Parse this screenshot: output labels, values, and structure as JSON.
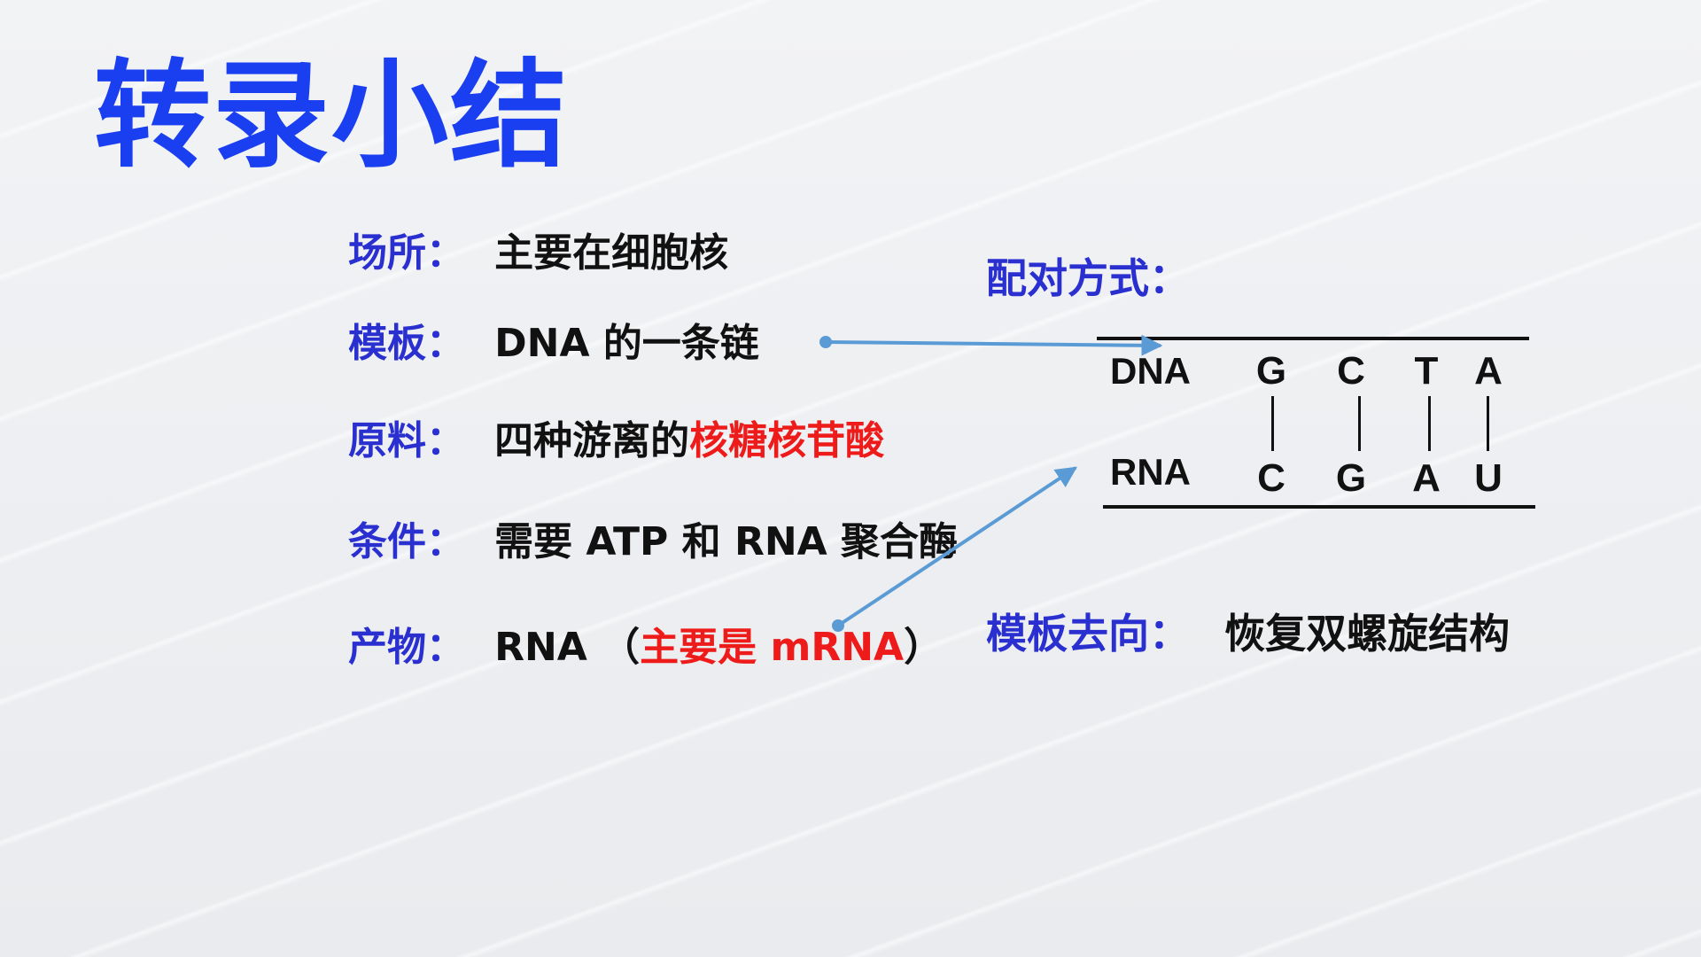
{
  "title": "转录小结",
  "rows": [
    {
      "label": "场所：",
      "value_parts": [
        {
          "text": "主要在细胞核",
          "color": "#111111"
        }
      ]
    },
    {
      "label": "模板：",
      "value_parts": [
        {
          "text": "DNA 的一条链",
          "color": "#111111"
        }
      ]
    },
    {
      "label": "原料：",
      "value_parts": [
        {
          "text": "四种游离的",
          "color": "#111111"
        },
        {
          "text": "核糖核苷酸",
          "color": "#ee1b1b"
        }
      ]
    },
    {
      "label": "条件：",
      "value_parts": [
        {
          "text": "需要 ATP 和 RNA 聚合酶",
          "color": "#111111"
        }
      ]
    },
    {
      "label": "产物：",
      "value_parts": [
        {
          "text": "RNA （",
          "color": "#111111"
        },
        {
          "text": "主要是 mRNA",
          "color": "#ee1b1b"
        },
        {
          "text": "）",
          "color": "#111111"
        }
      ]
    }
  ],
  "pairing": {
    "title": "配对方式：",
    "dna_label": "DNA",
    "rna_label": "RNA",
    "dna_bases": [
      "G",
      "C",
      "T",
      "A"
    ],
    "rna_bases": [
      "C",
      "G",
      "A",
      "U"
    ],
    "highlight_color": "#ee1b1b"
  },
  "direction": {
    "label": "模板去向：",
    "value": "恢复双螺旋结构"
  },
  "colors": {
    "title": "#1a3ff0",
    "label": "#2a2fd0",
    "arrow": "#5b9bd5"
  }
}
